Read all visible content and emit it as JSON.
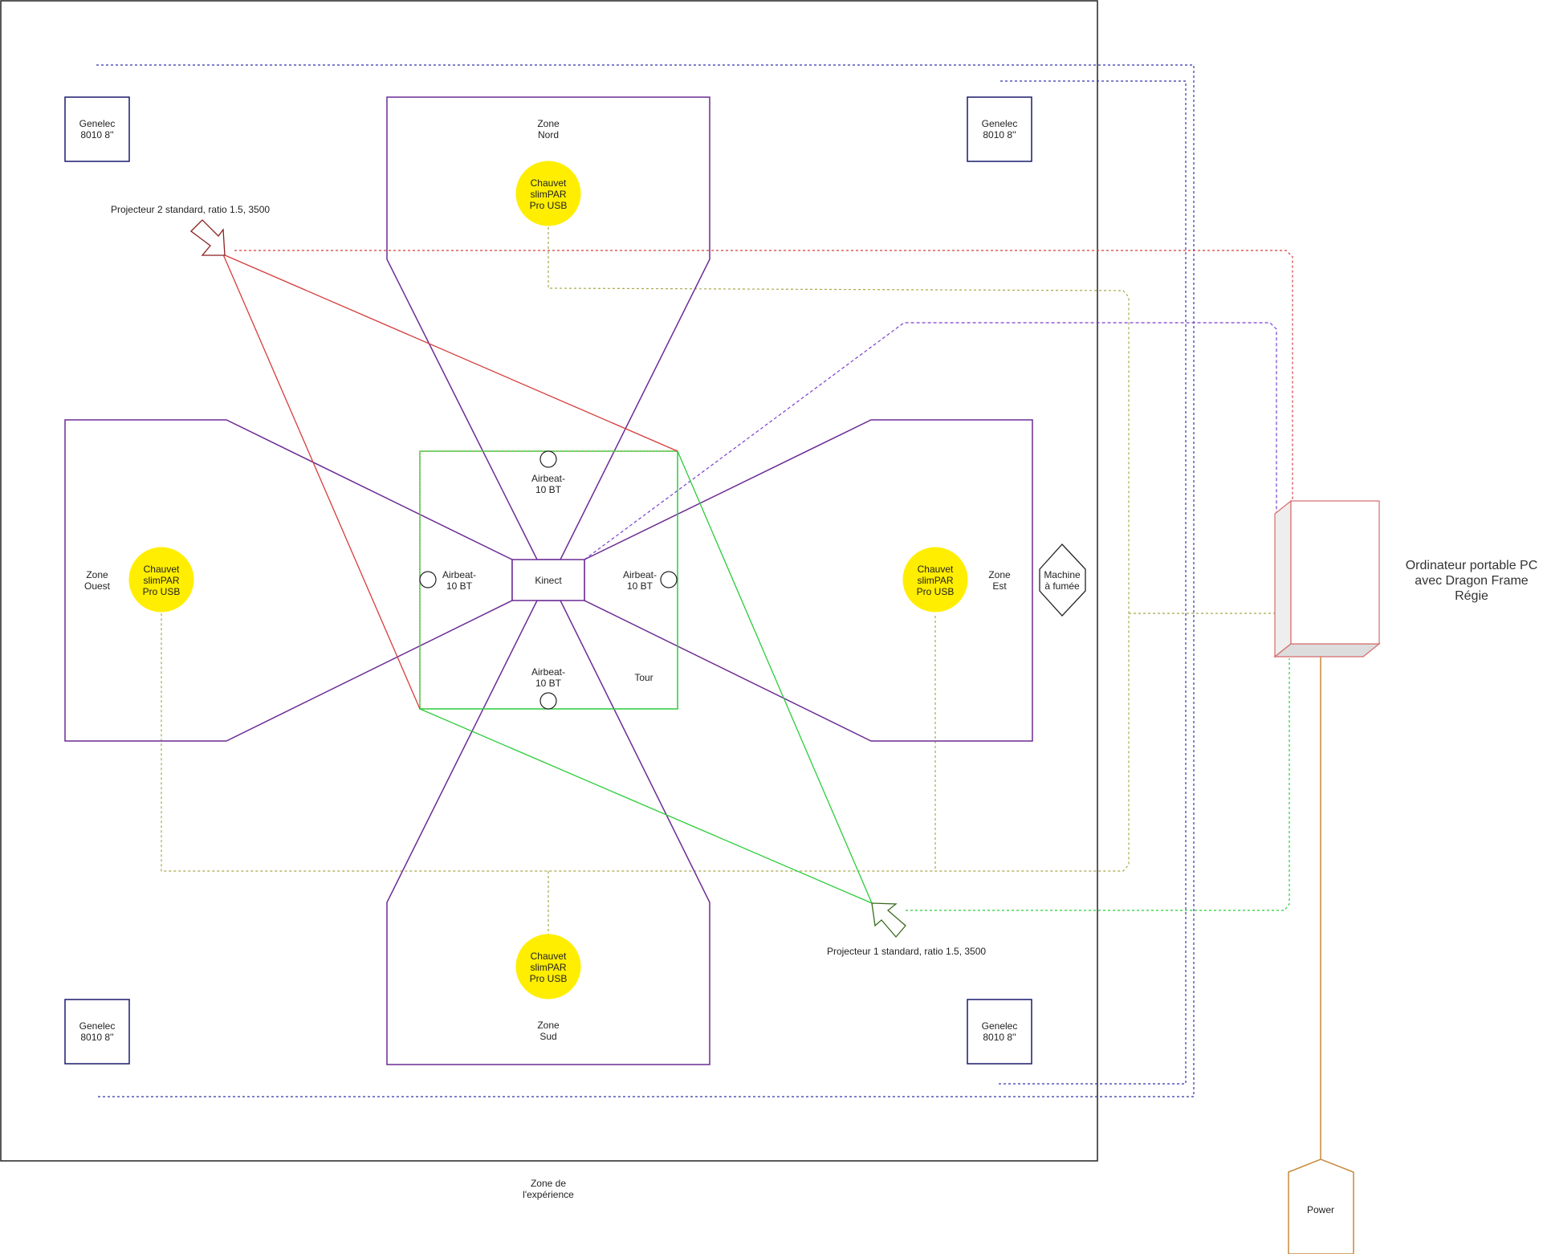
{
  "colors": {
    "purple": "#6c2b94",
    "navy": "#1a1a6e",
    "red": "#d63c3c",
    "green": "#2bcc3a",
    "olive": "#a8a84a",
    "yellow": "#ffee00",
    "orange": "#c88a3e",
    "pink": "#e0a0a0",
    "blue_dash": "#3333aa",
    "frame": "#222222"
  },
  "labels": {
    "genelec": [
      "Genelec",
      "8010 8''"
    ],
    "chauvet": [
      "Chauvet",
      "slimPAR",
      "Pro USB"
    ],
    "airbeat": [
      "Airbeat-",
      "10 BT"
    ],
    "zone_nord": [
      "Zone",
      "Nord"
    ],
    "zone_sud": [
      "Zone",
      "Sud"
    ],
    "zone_ouest": [
      "Zone",
      "Ouest"
    ],
    "zone_est": [
      "Zone",
      "Est"
    ],
    "kinect": "Kinect",
    "tour": "Tour",
    "machine": [
      "Machine",
      "à fumée"
    ],
    "projecteur1": "Projecteur 1 standard, ratio 1.5, 3500",
    "projecteur2": "Projecteur 2 standard, ratio 1.5, 3500",
    "zone_experience": [
      "Zone de",
      "l'expérience"
    ],
    "ordinateur": [
      "Ordinateur portable PC",
      "avec Dragon Frame",
      "Régie"
    ],
    "power": "Power"
  }
}
